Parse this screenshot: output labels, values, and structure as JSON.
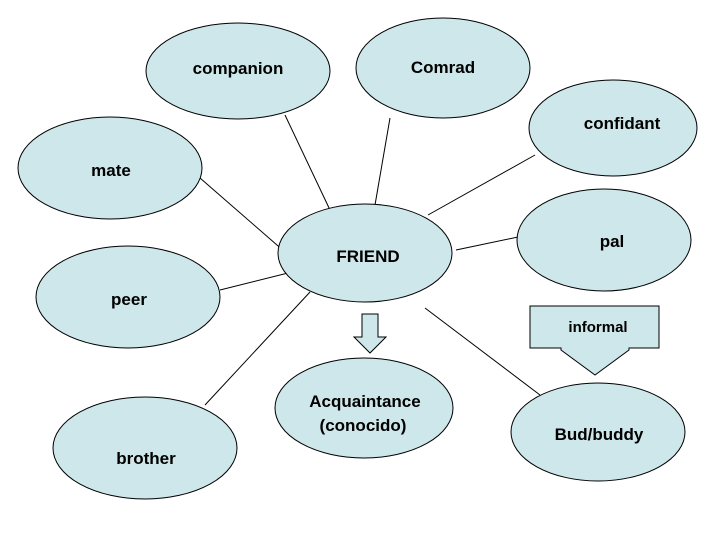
{
  "diagram": {
    "center": "FRIEND",
    "synonyms": {
      "companion": "companion",
      "comrad": "Comrad",
      "confidant": "confidant",
      "mate": "mate",
      "pal": "pal",
      "peer": "peer",
      "brother": "brother",
      "acquaintance_line1": "Acquaintance",
      "acquaintance_line2": "(conocido)",
      "bud_buddy": "Bud/buddy"
    },
    "informal_label": "informal",
    "colors": {
      "node_fill": "#cde7ea",
      "node_stroke": "#000000",
      "connector": "#000000"
    }
  }
}
